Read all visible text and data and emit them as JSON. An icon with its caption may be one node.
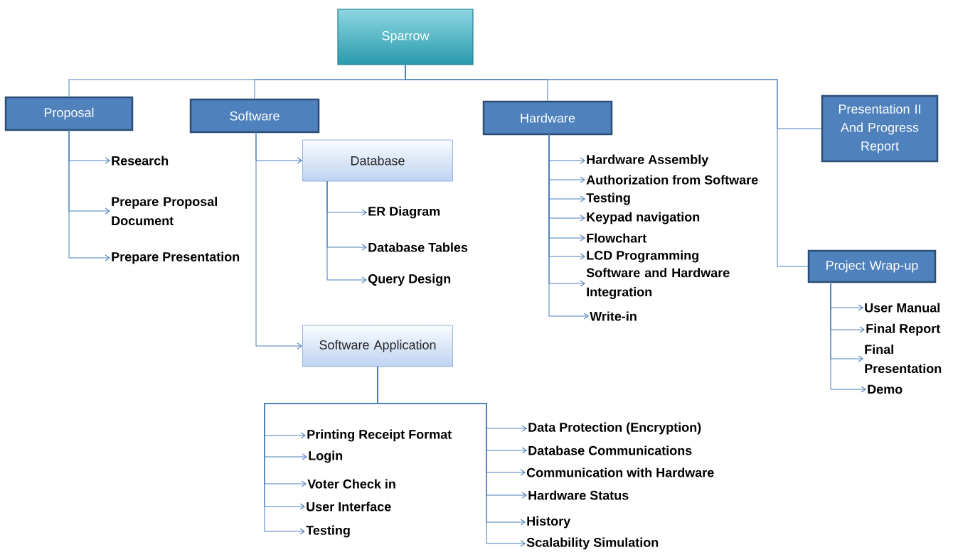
{
  "diagram": {
    "nodes": [
      {
        "text": [
          "Sparrow"
        ]
      },
      {
        "text": [
          "Proposal"
        ]
      },
      {
        "text": [
          "Software"
        ]
      },
      {
        "text": [
          "Hardware"
        ]
      },
      {
        "text": [
          "Presentation II And Progress Report"
        ]
      },
      {
        "text": [
          "Research"
        ]
      },
      {
        "text": [
          "Prepare Proposal Document"
        ]
      },
      {
        "text": [
          "Prepare Presentation"
        ]
      },
      {
        "text": [
          "Database"
        ]
      },
      {
        "text": [
          "Software Application"
        ]
      },
      {
        "text": [
          "ER Diagram"
        ]
      },
      {
        "text": [
          "Database Tables"
        ]
      },
      {
        "text": [
          "Query Design"
        ]
      },
      {
        "text": [
          "Hardware Assembly"
        ]
      },
      {
        "text": [
          "Authorization from Software"
        ]
      },
      {
        "text": [
          "Testing"
        ]
      },
      {
        "text": [
          "Keypad navigation"
        ]
      },
      {
        "text": [
          "Flowchart"
        ]
      },
      {
        "text": [
          "LCD Programming"
        ]
      },
      {
        "text": [
          "Software and Hardware Integration"
        ]
      },
      {
        "text": [
          "Write-in"
        ]
      },
      {
        "text": [
          "Project Wrap-up"
        ]
      },
      {
        "text": [
          "User Manual"
        ]
      },
      {
        "text": [
          "Final Report"
        ]
      },
      {
        "text": [
          "Final Presentation"
        ]
      },
      {
        "text": [
          "Demo"
        ]
      },
      {
        "text": [
          "Printing Receipt Format"
        ]
      },
      {
        "text": [
          "Login"
        ]
      },
      {
        "text": [
          "Voter Check in"
        ]
      },
      {
        "text": [
          "User Interface"
        ]
      },
      {
        "text": [
          "Testing"
        ]
      },
      {
        "text": [
          "Data Protection (Encryption)"
        ]
      },
      {
        "text": [
          "Database Communications"
        ]
      },
      {
        "text": [
          "Communication with Hardware"
        ]
      },
      {
        "text": [
          "Hardware Status"
        ]
      },
      {
        "text": [
          "History"
        ]
      },
      {
        "text": [
          "Scalability Simulation"
        ]
      }
    ],
    "edges": [
      {
        "from": 0,
        "to": 1,
        "arrow": "none"
      },
      {
        "from": 0,
        "to": 2,
        "arrow": "none"
      },
      {
        "from": 0,
        "to": 3,
        "arrow": "none"
      },
      {
        "from": 0,
        "to": 4,
        "arrow": "none"
      },
      {
        "from": 0,
        "to": 21,
        "arrow": "none"
      },
      {
        "from": 1,
        "to": 5,
        "arrow": "to"
      },
      {
        "from": 1,
        "to": 6,
        "arrow": "to"
      },
      {
        "from": 1,
        "to": 7,
        "arrow": "to"
      },
      {
        "from": 2,
        "to": 8,
        "arrow": "to"
      },
      {
        "from": 2,
        "to": 9,
        "arrow": "to"
      },
      {
        "from": 8,
        "to": 10,
        "arrow": "to"
      },
      {
        "from": 8,
        "to": 11,
        "arrow": "to"
      },
      {
        "from": 8,
        "to": 12,
        "arrow": "to"
      },
      {
        "from": 3,
        "to": 13,
        "arrow": "to"
      },
      {
        "from": 3,
        "to": 14,
        "arrow": "to"
      },
      {
        "from": 3,
        "to": 15,
        "arrow": "to"
      },
      {
        "from": 3,
        "to": 16,
        "arrow": "to"
      },
      {
        "from": 3,
        "to": 17,
        "arrow": "to"
      },
      {
        "from": 3,
        "to": 18,
        "arrow": "to"
      },
      {
        "from": 3,
        "to": 19,
        "arrow": "to"
      },
      {
        "from": 3,
        "to": 20,
        "arrow": "to"
      },
      {
        "from": 21,
        "to": 22,
        "arrow": "to"
      },
      {
        "from": 21,
        "to": 23,
        "arrow": "to"
      },
      {
        "from": 21,
        "to": 24,
        "arrow": "to"
      },
      {
        "from": 21,
        "to": 25,
        "arrow": "to"
      },
      {
        "from": 9,
        "to": 26,
        "arrow": "to"
      },
      {
        "from": 9,
        "to": 27,
        "arrow": "to"
      },
      {
        "from": 9,
        "to": 28,
        "arrow": "to"
      },
      {
        "from": 9,
        "to": 29,
        "arrow": "to"
      },
      {
        "from": 9,
        "to": 30,
        "arrow": "to"
      },
      {
        "from": 9,
        "to": 31,
        "arrow": "to"
      },
      {
        "from": 9,
        "to": 32,
        "arrow": "to"
      },
      {
        "from": 9,
        "to": 33,
        "arrow": "to"
      },
      {
        "from": 9,
        "to": 34,
        "arrow": "to"
      },
      {
        "from": 9,
        "to": 35,
        "arrow": "to"
      },
      {
        "from": 9,
        "to": 36,
        "arrow": "to"
      }
    ]
  }
}
